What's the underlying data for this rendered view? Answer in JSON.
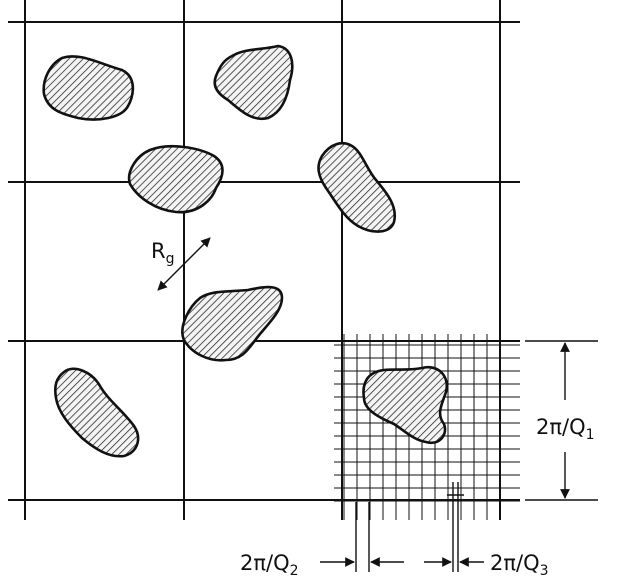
{
  "labels": {
    "rg": {
      "main": "R",
      "sub": "g"
    },
    "q1": {
      "main": "2π/Q",
      "sub": "1"
    },
    "q2": {
      "main": "2π/Q",
      "sub": "2"
    },
    "q3": {
      "main": "2π/Q",
      "sub": "3"
    }
  }
}
